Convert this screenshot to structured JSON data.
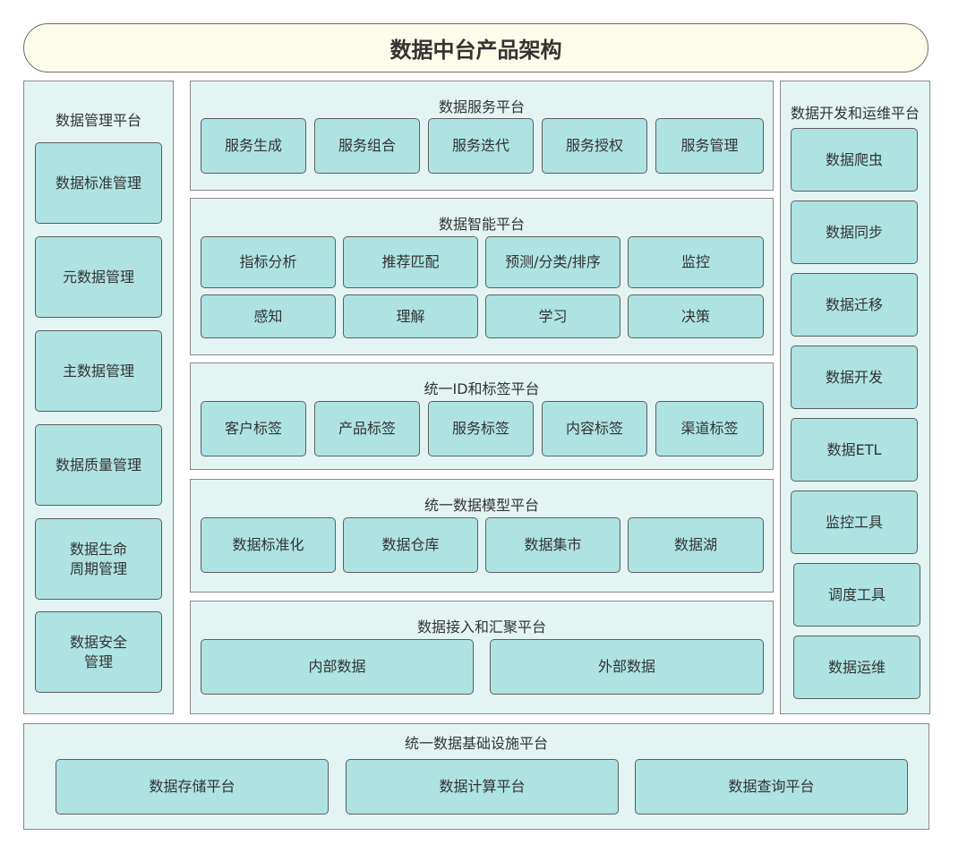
{
  "title": "数据中台产品架构",
  "left_panel": {
    "title": "数据管理平台",
    "items": [
      "数据标准管理",
      "元数据管理",
      "主数据管理",
      "数据质量管理",
      "数据生命\n周期管理",
      "数据安全\n管理"
    ]
  },
  "right_panel": {
    "title": "数据开发和运维平台",
    "items": [
      "数据爬虫",
      "数据同步",
      "数据迁移",
      "数据开发",
      "数据ETL",
      "监控工具",
      "调度工具",
      "数据运维"
    ]
  },
  "service_platform": {
    "title": "数据服务平台",
    "items": [
      "服务生成",
      "服务组合",
      "服务迭代",
      "服务授权",
      "服务管理"
    ]
  },
  "intelligence_platform": {
    "title": "数据智能平台",
    "row1": [
      "指标分析",
      "推荐匹配",
      "预测/分类/排序",
      "监控"
    ],
    "row2": [
      "感知",
      "理解",
      "学习",
      "决策"
    ]
  },
  "id_tag_platform": {
    "title": "统一ID和标签平台",
    "items": [
      "客户标签",
      "产品标签",
      "服务标签",
      "内容标签",
      "渠道标签"
    ]
  },
  "model_platform": {
    "title": "统一数据模型平台",
    "items": [
      "数据标准化",
      "数据仓库",
      "数据集市",
      "数据湖"
    ]
  },
  "ingest_platform": {
    "title": "数据接入和汇聚平台",
    "items": [
      "内部数据",
      "外部数据"
    ]
  },
  "infra_platform": {
    "title": "统一数据基础设施平台",
    "items": [
      "数据存储平台",
      "数据计算平台",
      "数据查询平台"
    ]
  },
  "colors": {
    "panel_bg": "#e3f4f3",
    "box_bg": "#aee3e1",
    "title_bg": "#fdfbe9",
    "border": "#5e5e5e"
  }
}
